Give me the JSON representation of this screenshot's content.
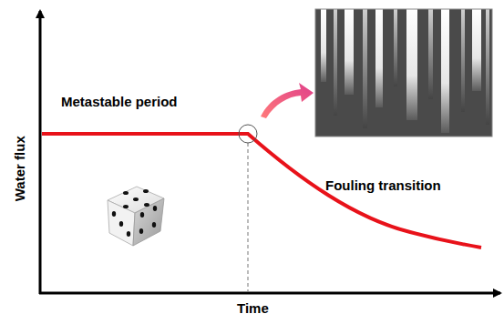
{
  "diagram": {
    "labels": [
      "Water flux",
      "Metastable period",
      "Fouling transition",
      "Time"
    ]
  }
}
